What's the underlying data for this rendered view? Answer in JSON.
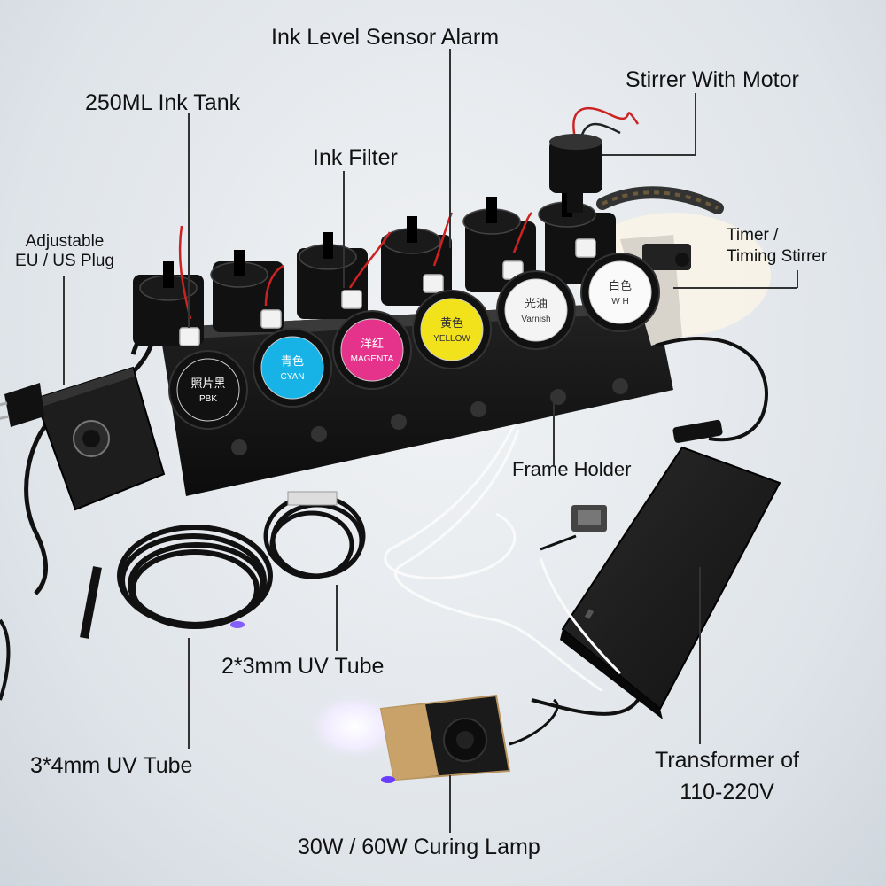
{
  "labels": {
    "ink_level_sensor_alarm": "Ink Level Sensor Alarm",
    "stirrer_with_motor": "Stirrer With Motor",
    "ink_tank": "250ML Ink Tank",
    "ink_filter": "Ink Filter",
    "adjustable_plug_line1": "Adjustable",
    "adjustable_plug_line2": "EU / US Plug",
    "timer_line1": "Timer /",
    "timer_line2": "Timing Stirrer",
    "frame_holder": "Frame Holder",
    "uv_tube_2x3": "2*3mm UV Tube",
    "uv_tube_3x4": "3*4mm UV Tube",
    "transformer_line1": "Transformer of",
    "transformer_line2": "110-220V",
    "curing_lamp": "30W / 60W Curing Lamp"
  },
  "bottles": [
    {
      "cn": "照片黑",
      "en": "PBK",
      "color": "#111111",
      "text_color": "#ffffff"
    },
    {
      "cn": "青色",
      "en": "CYAN",
      "color": "#17b3e6",
      "text_color": "#ffffff"
    },
    {
      "cn": "洋红",
      "en": "MAGENTA",
      "color": "#e5338b",
      "text_color": "#ffffff"
    },
    {
      "cn": "黄色",
      "en": "YELLOW",
      "color": "#f2e21c",
      "text_color": "#333333"
    },
    {
      "cn": "光油",
      "en": "Varnish",
      "color": "#f4f4f4",
      "text_color": "#333333"
    },
    {
      "cn": "白色",
      "en": "W H",
      "color": "#fafafa",
      "text_color": "#333333"
    }
  ]
}
